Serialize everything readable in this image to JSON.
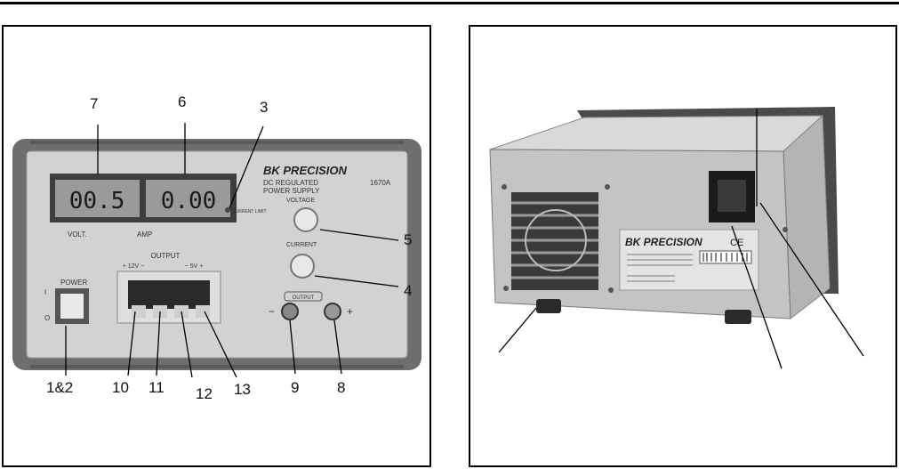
{
  "front_panel": {
    "brand": "BK PRECISION",
    "model": "1670A",
    "product_line1": "DC REGULATED",
    "product_line2": "POWER SUPPLY",
    "volt_display": "00.5",
    "amp_display": "0.00",
    "volt_label": "VOLT.",
    "amp_label": "AMP",
    "current_limit_label": "CURRENT LIMIT",
    "voltage_knob_label": "VOLTAGE",
    "current_knob_label": "CURRENT",
    "output_section_label": "OUTPUT",
    "output_terminal_label": "OUTPUT",
    "output_fixed_a": "+ 12V −",
    "output_fixed_b": "− 5V +",
    "power_label": "POWER",
    "power_on_mark": "I",
    "power_off_mark": "O",
    "minus_mark": "−",
    "plus_mark": "+"
  },
  "callouts_front": {
    "c7": "7",
    "c6": "6",
    "c3": "3",
    "c5": "5",
    "c4": "4",
    "c1and2": "1&2",
    "c10": "10",
    "c11": "11",
    "c12": "12",
    "c13": "13",
    "c9": "9",
    "c8": "8"
  },
  "rear_panel": {
    "brand": "BK PRECISION",
    "ce_mark": "CE"
  },
  "colors": {
    "frame": "#6e6e6e",
    "panel_face": "#d2d2d2",
    "lcd": "#9a9a9a",
    "case": "#c4c4c4",
    "ink": "#111111"
  }
}
